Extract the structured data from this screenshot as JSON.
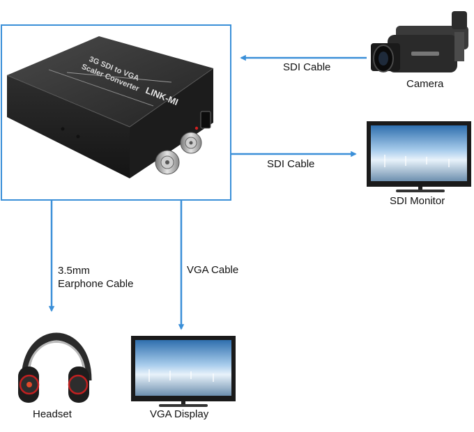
{
  "device": {
    "brand": "LINK-MI",
    "model_line1": "3G SDI to VGA",
    "model_line2": "Scaler Converter"
  },
  "nodes": {
    "camera": "Camera",
    "sdi_monitor": "SDI Monitor",
    "headset": "Headset",
    "vga_display": "VGA Display"
  },
  "connections": {
    "camera_in": "SDI Cable",
    "sdi_out": "SDI Cable",
    "audio_line1": "3.5mm",
    "audio_line2": "Earphone Cable",
    "vga_out": "VGA Cable"
  },
  "colors": {
    "frame": "#3a8fd8",
    "arrow": "#3a8fd8",
    "device_body": "#2a2a2a"
  }
}
